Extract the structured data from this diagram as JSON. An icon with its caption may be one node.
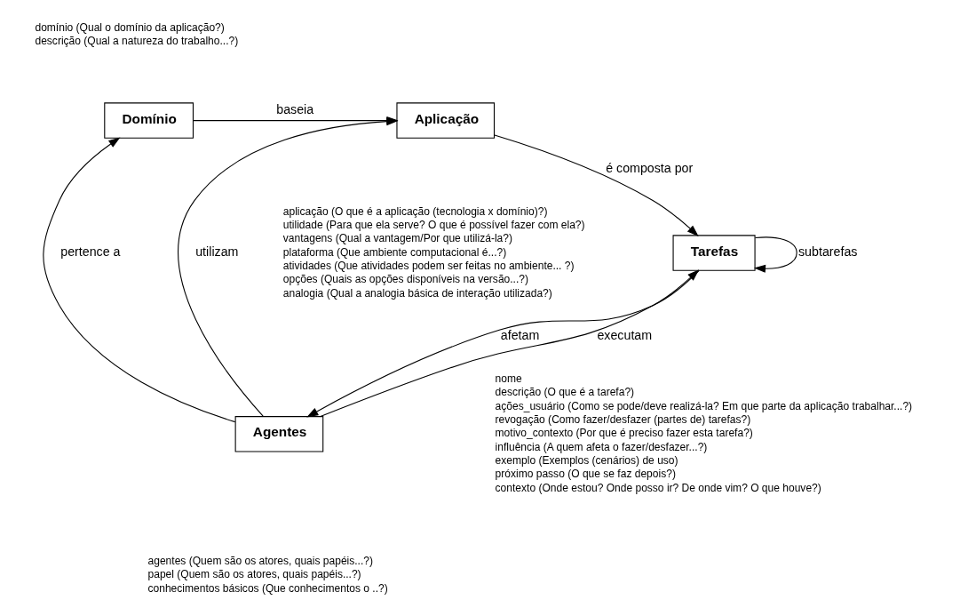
{
  "diagram": {
    "nodes": [
      {
        "text": [
          "Domínio"
        ],
        "beside": [
          "domínio (Qual o domínio da aplicação?)",
          "descrição (Qual a natureza do trabalho...?)"
        ]
      },
      {
        "text": [
          "Aplicação"
        ],
        "beside": [
          "aplicação (O que é a aplicação (tecnologia x domínio)?)",
          "utilidade (Para que ela serve? O que é possível fazer com ela?)",
          "vantagens (Qual a vantagem/Por que utilizá-la?)",
          "plataforma (Que ambiente computacional é...?)",
          "atividades (Que atividades podem ser feitas no ambiente... ?)",
          "opções (Quais as opções disponíveis na versão...?)",
          "analogia (Qual a analogia básica de interação utilizada?)"
        ]
      },
      {
        "text": [
          "Tarefas"
        ],
        "beside": [
          "nome",
          "descrição (O que é a tarefa?)",
          "ações_usuário (Como se pode/deve realizá-la? Em que parte da aplicação trabalhar...?)",
          "revogação (Como fazer/desfazer (partes de) tarefas?)",
          "motivo_contexto (Por que é preciso fazer esta tarefa?)",
          "influência (A quem afeta o fazer/desfazer...?)",
          "exemplo (Exemplos (cenários) de uso)",
          "próximo passo (O que se faz depois?)",
          "contexto (Onde estou? Onde posso ir? De onde vim? O que houve?)"
        ]
      },
      {
        "text": [
          "Agentes"
        ],
        "beside": [
          "agentes (Quem são os atores, quais papéis...?)",
          "papel (Quem são os atores, quais papéis...?)",
          "conhecimentos básicos (Que conhecimentos o ..?)"
        ]
      }
    ],
    "edges": [
      {
        "from": 0,
        "to": 1,
        "arrow": "to",
        "label": "baseia"
      },
      {
        "from": 3,
        "to": 0,
        "arrow": "to",
        "label": "pertence a"
      },
      {
        "from": 3,
        "to": 1,
        "arrow": "to",
        "label": "utilizam"
      },
      {
        "from": 1,
        "to": 2,
        "arrow": "to",
        "label": "é composta por"
      },
      {
        "from": 2,
        "to": 2,
        "arrow": "to",
        "label": "subtarefas"
      },
      {
        "from": 3,
        "to": 2,
        "arrow": "to",
        "label": "executam"
      },
      {
        "from": 2,
        "to": 3,
        "arrow": "to",
        "label": "afetam"
      }
    ]
  }
}
